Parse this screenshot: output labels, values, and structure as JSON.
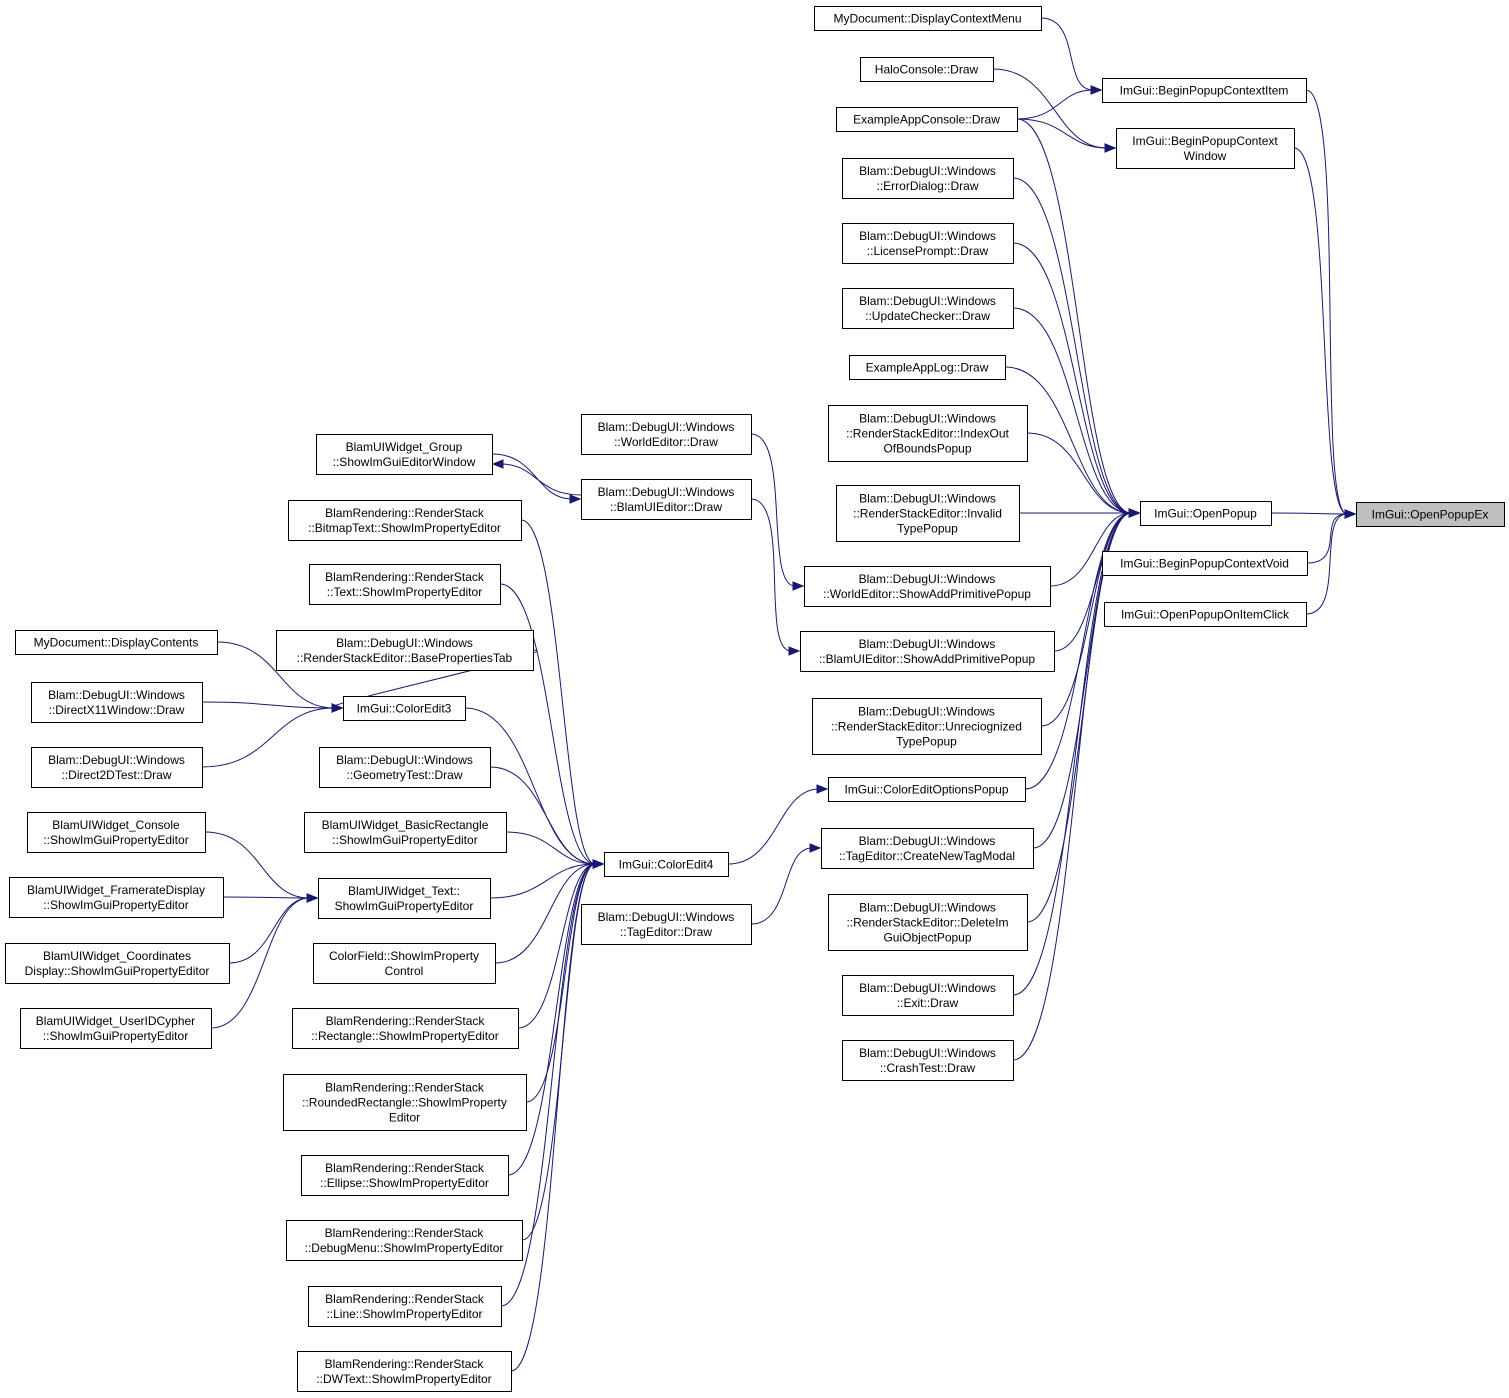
{
  "graph": {
    "root": "n0",
    "colors": {
      "edge": "#191970",
      "root_fill": "#bfbfbf",
      "node_fill": "#ffffff",
      "border": "#000000"
    },
    "nodes": [
      {
        "id": "n0",
        "lines": [
          "ImGui::OpenPopupEx"
        ]
      },
      {
        "id": "n1",
        "lines": [
          "ImGui::BeginPopupContextItem"
        ]
      },
      {
        "id": "n2",
        "lines": [
          "ImGui::BeginPopupContext",
          "Window"
        ]
      },
      {
        "id": "n3",
        "lines": [
          "ImGui::OpenPopup"
        ]
      },
      {
        "id": "n4",
        "lines": [
          "ImGui::BeginPopupContextVoid"
        ]
      },
      {
        "id": "n5",
        "lines": [
          "ImGui::OpenPopupOnItemClick"
        ]
      },
      {
        "id": "n6",
        "lines": [
          "MyDocument::DisplayContextMenu"
        ]
      },
      {
        "id": "n7",
        "lines": [
          "HaloConsole::Draw"
        ]
      },
      {
        "id": "n8",
        "lines": [
          "ExampleAppConsole::Draw"
        ]
      },
      {
        "id": "n9",
        "lines": [
          "Blam::DebugUI::Windows",
          "::ErrorDialog::Draw"
        ]
      },
      {
        "id": "n10",
        "lines": [
          "Blam::DebugUI::Windows",
          "::LicensePrompt::Draw"
        ]
      },
      {
        "id": "n11",
        "lines": [
          "Blam::DebugUI::Windows",
          "::UpdateChecker::Draw"
        ]
      },
      {
        "id": "n12",
        "lines": [
          "ExampleAppLog::Draw"
        ]
      },
      {
        "id": "n13",
        "lines": [
          "Blam::DebugUI::Windows",
          "::RenderStackEditor::IndexOut",
          "OfBoundsPopup"
        ]
      },
      {
        "id": "n14",
        "lines": [
          "Blam::DebugUI::Windows",
          "::RenderStackEditor::Invalid",
          "TypePopup"
        ]
      },
      {
        "id": "n15",
        "lines": [
          "Blam::DebugUI::Windows",
          "::WorldEditor::ShowAddPrimitivePopup"
        ]
      },
      {
        "id": "n16",
        "lines": [
          "Blam::DebugUI::Windows",
          "::BlamUIEditor::ShowAddPrimitivePopup"
        ]
      },
      {
        "id": "n17",
        "lines": [
          "Blam::DebugUI::Windows",
          "::RenderStackEditor::Unreciognized",
          "TypePopup"
        ]
      },
      {
        "id": "n18",
        "lines": [
          "ImGui::ColorEditOptionsPopup"
        ]
      },
      {
        "id": "n19",
        "lines": [
          "Blam::DebugUI::Windows",
          "::TagEditor::CreateNewTagModal"
        ]
      },
      {
        "id": "n20",
        "lines": [
          "Blam::DebugUI::Windows",
          "::RenderStackEditor::DeleteIm",
          "GuiObjectPopup"
        ]
      },
      {
        "id": "n21",
        "lines": [
          "Blam::DebugUI::Windows",
          "::Exit::Draw"
        ]
      },
      {
        "id": "n22",
        "lines": [
          "Blam::DebugUI::Windows",
          "::CrashTest::Draw"
        ]
      },
      {
        "id": "n23",
        "lines": [
          "Blam::DebugUI::Windows",
          "::WorldEditor::Draw"
        ]
      },
      {
        "id": "n24",
        "lines": [
          "Blam::DebugUI::Windows",
          "::BlamUIEditor::Draw"
        ]
      },
      {
        "id": "n25",
        "lines": [
          "BlamUIWidget_Group",
          "::ShowImGuiEditorWindow"
        ]
      },
      {
        "id": "n26",
        "lines": [
          "ImGui::ColorEdit4"
        ]
      },
      {
        "id": "n27",
        "lines": [
          "Blam::DebugUI::Windows",
          "::TagEditor::Draw"
        ]
      },
      {
        "id": "n28",
        "lines": [
          "BlamRendering::RenderStack",
          "::BitmapText::ShowImPropertyEditor"
        ]
      },
      {
        "id": "n29",
        "lines": [
          "BlamRendering::RenderStack",
          "::Text::ShowImPropertyEditor"
        ]
      },
      {
        "id": "n30",
        "lines": [
          "Blam::DebugUI::Windows",
          "::RenderStackEditor::BasePropertiesTab"
        ]
      },
      {
        "id": "n31",
        "lines": [
          "ImGui::ColorEdit3"
        ]
      },
      {
        "id": "n32",
        "lines": [
          "Blam::DebugUI::Windows",
          "::GeometryTest::Draw"
        ]
      },
      {
        "id": "n33",
        "lines": [
          "BlamUIWidget_BasicRectangle",
          "::ShowImGuiPropertyEditor"
        ]
      },
      {
        "id": "n34",
        "lines": [
          "BlamUIWidget_Text::",
          "ShowImGuiPropertyEditor"
        ]
      },
      {
        "id": "n35",
        "lines": [
          "ColorField::ShowImProperty",
          "Control"
        ]
      },
      {
        "id": "n36",
        "lines": [
          "BlamRendering::RenderStack",
          "::Rectangle::ShowImPropertyEditor"
        ]
      },
      {
        "id": "n37",
        "lines": [
          "BlamRendering::RenderStack",
          "::RoundedRectangle::ShowImProperty",
          "Editor"
        ]
      },
      {
        "id": "n38",
        "lines": [
          "BlamRendering::RenderStack",
          "::Ellipse::ShowImPropertyEditor"
        ]
      },
      {
        "id": "n39",
        "lines": [
          "BlamRendering::RenderStack",
          "::DebugMenu::ShowImPropertyEditor"
        ]
      },
      {
        "id": "n40",
        "lines": [
          "BlamRendering::RenderStack",
          "::Line::ShowImPropertyEditor"
        ]
      },
      {
        "id": "n41",
        "lines": [
          "BlamRendering::RenderStack",
          "::DWText::ShowImPropertyEditor"
        ]
      },
      {
        "id": "n42",
        "lines": [
          "MyDocument::DisplayContents"
        ]
      },
      {
        "id": "n43",
        "lines": [
          "Blam::DebugUI::Windows",
          "::DirectX11Window::Draw"
        ]
      },
      {
        "id": "n44",
        "lines": [
          "Blam::DebugUI::Windows",
          "::Direct2DTest::Draw"
        ]
      },
      {
        "id": "n45",
        "lines": [
          "BlamUIWidget_Console",
          "::ShowImGuiPropertyEditor"
        ]
      },
      {
        "id": "n46",
        "lines": [
          "BlamUIWidget_FramerateDisplay",
          "::ShowImGuiPropertyEditor"
        ]
      },
      {
        "id": "n47",
        "lines": [
          "BlamUIWidget_Coordinates",
          "Display::ShowImGuiPropertyEditor"
        ]
      },
      {
        "id": "n48",
        "lines": [
          "BlamUIWidget_UserIDCypher",
          "::ShowImGuiPropertyEditor"
        ]
      }
    ],
    "edges": [
      [
        "n1",
        "n0"
      ],
      [
        "n2",
        "n0"
      ],
      [
        "n3",
        "n0"
      ],
      [
        "n4",
        "n0"
      ],
      [
        "n5",
        "n0"
      ],
      [
        "n6",
        "n1"
      ],
      [
        "n7",
        "n2"
      ],
      [
        "n8",
        "n1"
      ],
      [
        "n8",
        "n2"
      ],
      [
        "n8",
        "n3"
      ],
      [
        "n9",
        "n3"
      ],
      [
        "n10",
        "n3"
      ],
      [
        "n11",
        "n3"
      ],
      [
        "n12",
        "n3"
      ],
      [
        "n13",
        "n3"
      ],
      [
        "n14",
        "n3"
      ],
      [
        "n15",
        "n3"
      ],
      [
        "n16",
        "n3"
      ],
      [
        "n17",
        "n3"
      ],
      [
        "n18",
        "n3"
      ],
      [
        "n19",
        "n3"
      ],
      [
        "n20",
        "n3"
      ],
      [
        "n21",
        "n3"
      ],
      [
        "n22",
        "n3"
      ],
      [
        "n23",
        "n15"
      ],
      [
        "n24",
        "n16"
      ],
      [
        "n24",
        "n25"
      ],
      [
        "n25",
        "n24"
      ],
      [
        "n27",
        "n19"
      ],
      [
        "n26",
        "n18"
      ],
      [
        "n28",
        "n26"
      ],
      [
        "n29",
        "n26"
      ],
      [
        "n30",
        "n31"
      ],
      [
        "n31",
        "n26"
      ],
      [
        "n32",
        "n26"
      ],
      [
        "n33",
        "n26"
      ],
      [
        "n34",
        "n26"
      ],
      [
        "n35",
        "n26"
      ],
      [
        "n36",
        "n26"
      ],
      [
        "n37",
        "n26"
      ],
      [
        "n38",
        "n26"
      ],
      [
        "n39",
        "n26"
      ],
      [
        "n40",
        "n26"
      ],
      [
        "n41",
        "n26"
      ],
      [
        "n42",
        "n31"
      ],
      [
        "n43",
        "n31"
      ],
      [
        "n44",
        "n31"
      ],
      [
        "n45",
        "n34"
      ],
      [
        "n46",
        "n34"
      ],
      [
        "n47",
        "n34"
      ],
      [
        "n48",
        "n34"
      ]
    ]
  }
}
